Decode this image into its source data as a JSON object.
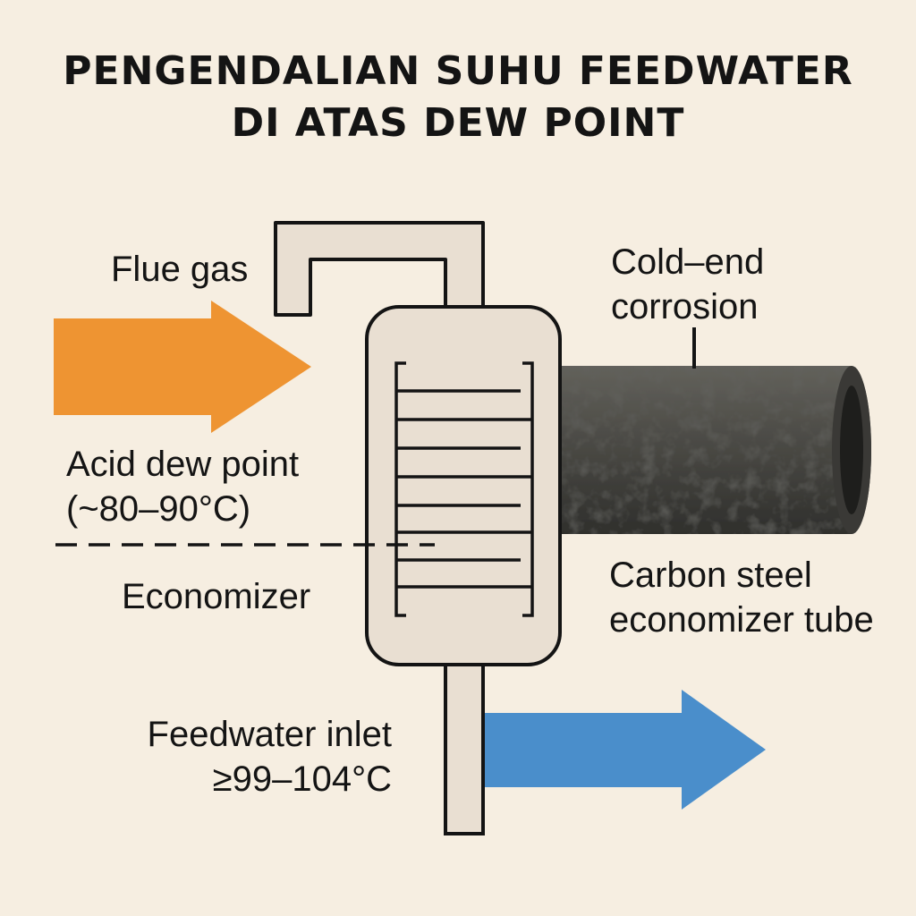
{
  "title": {
    "line1": "PENGENDALIAN SUHU FEEDWATER",
    "line2": "DI ATAS DEW POINT"
  },
  "labels": {
    "flue_gas": "Flue gas",
    "acid_dew_point": "Acid dew point",
    "acid_dew_point_range": "(~80–90°C)",
    "economizer": "Economizer",
    "feedwater_inlet": "Feedwater inlet",
    "feedwater_temp": "≥99–104°C",
    "cold_end_line1": "Cold–end",
    "cold_end_line2": "corrosion",
    "carbon_steel_line1": "Carbon steel",
    "carbon_steel_line2": "economizer tube"
  },
  "colors": {
    "background": "#f6eee1",
    "flue_gas_arrow": "#ee9432",
    "feedwater_arrow": "#4a8ecb",
    "vessel_fill": "#e9dfd2",
    "outline": "#141414",
    "corroded_tube": "#4a4a46"
  },
  "icons": {
    "flue_gas_arrow": "arrow-right",
    "feedwater_arrow": "arrow-right"
  }
}
